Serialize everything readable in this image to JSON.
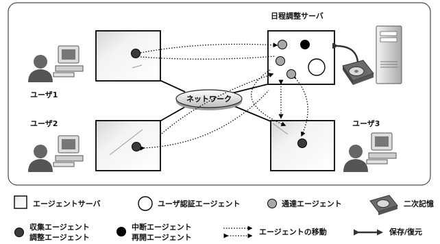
{
  "diagram": {
    "schedule_server_label": "日程調整サーバ",
    "network_label": "ネットワーク",
    "users": [
      {
        "label": "ユーザ1"
      },
      {
        "label": "ユーザ2"
      },
      {
        "label": "ユーザ3"
      }
    ]
  },
  "legend": {
    "agent_server": "エージェントサーバ",
    "user_auth_agent": "ユーザ認証エージェント",
    "communication_agent": "通達エージェント",
    "secondary_storage": "二次記憶",
    "collection_agent": "収集エージェント",
    "adjustment_agent": "調整エージェント",
    "suspend_agent": "中断エージェント",
    "resume_agent": "再開エージェント",
    "agent_movement": "エージェントの移動",
    "save_restore": "保存/復元"
  },
  "colors": {
    "dark_agent": "#3a3a3a",
    "black_agent": "#000000",
    "gray_agent": "#a8a8a8",
    "white_agent": "#ffffff"
  },
  "icons": {
    "user": "user-at-computer-icon",
    "server_tower": "server-tower-icon",
    "storage": "hard-disk-icon"
  }
}
